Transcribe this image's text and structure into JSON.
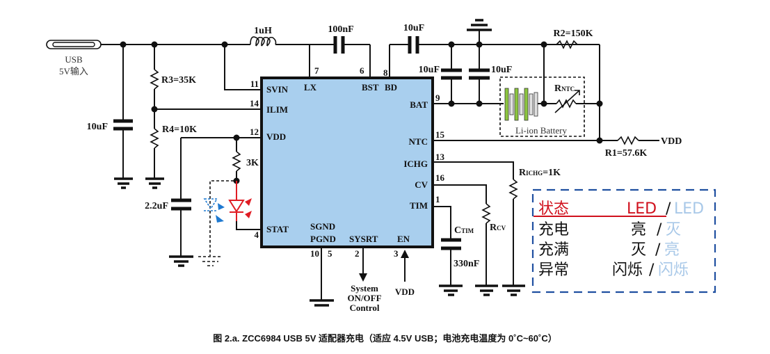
{
  "caption": "图 2.a. ZCC6984 USB 5V 适配器充电（适应 4.5V USB；电池充电温度为 0˚C~60˚C）",
  "connector": {
    "label_top": "USB",
    "label_bottom": "5V输入"
  },
  "ic": {
    "color": "#a9cfee",
    "pins_left": [
      {
        "num": "11",
        "name": "SVIN"
      },
      {
        "num": "14",
        "name": "ILIM"
      },
      {
        "num": "12",
        "name": "VDD"
      },
      {
        "num": "4",
        "name": "STAT"
      }
    ],
    "pins_top": [
      {
        "num": "7",
        "name": "LX"
      },
      {
        "num": "6",
        "name": "BST"
      },
      {
        "num": "8",
        "name": "BD"
      }
    ],
    "pins_right": [
      {
        "num": "9",
        "name": "BAT"
      },
      {
        "num": "15",
        "name": "NTC"
      },
      {
        "num": "13",
        "name": "ICHG"
      },
      {
        "num": "16",
        "name": "CV"
      },
      {
        "num": "1",
        "name": "TIM"
      }
    ],
    "pins_bottom": [
      {
        "num": "10",
        "num2": "5",
        "name": "SGND",
        "name2": "PGND"
      },
      {
        "num": "2",
        "name": "SYSRT"
      },
      {
        "num": "3",
        "name": "EN"
      }
    ]
  },
  "components": {
    "c_in": "10uF",
    "r3": "R3=35K",
    "r4": "R4=10K",
    "inductor": "1uH",
    "c_bst": "100nF",
    "c_bd": "10uF",
    "c_bat1": "10uF",
    "c_bat2": "10uF",
    "r2": "R2=150K",
    "rntc_main": "R",
    "rntc_sub": "NTC",
    "battery": "Li-ion Battery",
    "r1": "R1=57.6K",
    "vdd_right": "VDD",
    "c_vdd": "2.2uF",
    "r_led": "3K",
    "richg_main": "R",
    "richg_sub": "ICHG",
    "richg_val": "=1K",
    "rcv_main": "R",
    "rcv_sub": "CV",
    "ctim_main": "C",
    "ctim_sub": "TIM",
    "ctim_val": "330nF",
    "sysrt_label_1": "System",
    "sysrt_label_2": "ON/OFF",
    "sysrt_label_3": "Control",
    "en_label": "VDD"
  },
  "legend": {
    "border_color": "#1f4fa0",
    "header": {
      "state": "状态",
      "led_red": "LED",
      "slash": "/",
      "led_blue": "LED"
    },
    "rows": [
      {
        "state": "充电",
        "red": "亮",
        "blue": "灭"
      },
      {
        "state": "充满",
        "red": "灭",
        "blue": "亮"
      },
      {
        "state": "异常",
        "red": "闪烁",
        "blue": "闪烁"
      }
    ],
    "red_color": "#d0101c",
    "blue_color": "#a8c8e8"
  }
}
